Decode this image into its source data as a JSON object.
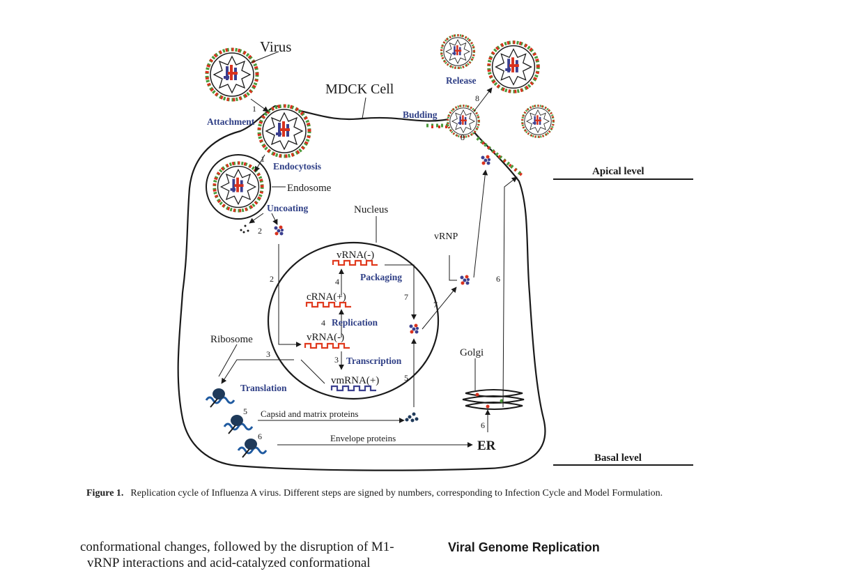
{
  "figure": {
    "labels": {
      "virus": "Virus",
      "cell": "MDCK Cell",
      "endosome": "Endosome",
      "nucleus": "Nucleus",
      "ribosome": "Ribosome",
      "golgi": "Golgi",
      "er": "ER",
      "vrnp": "vRNP",
      "vrna_top": "vRNA(-)",
      "crna": "cRNA(+)",
      "vrna_mid": "vRNA(-)",
      "vmrna": "vmRNA(+)",
      "capsid": "Capsid and matrix proteins",
      "envelope": "Envelope proteins",
      "apical": "Apical level",
      "basal": "Basal level"
    },
    "steps": {
      "attachment": "Attachment",
      "endocytosis": "Endocytosis",
      "uncoating": "Uncoating",
      "packaging": "Packaging",
      "replication": "Replication",
      "transcription": "Transcription",
      "translation": "Translation",
      "budding": "Budding",
      "release": "Release"
    },
    "numbers": {
      "n1a": "1",
      "n1b": "1",
      "n2a": "2",
      "n2b": "2",
      "n3a": "3",
      "n3b": "3",
      "n4a": "4",
      "n4b": "4",
      "n5a": "5",
      "n5b": "5",
      "n6a": "6",
      "n6b": "6",
      "n6c": "6",
      "n7a": "7",
      "n7b": "7",
      "n8a": "8",
      "n8b": "8"
    },
    "colors": {
      "accent_blue": "#2f3f86",
      "rna_red": "#e03a1e",
      "mrna_blue": "#3b3f8f",
      "spike_green": "#4a9a3a",
      "spike_red": "#d8321e"
    }
  },
  "caption": {
    "label": "Figure 1.",
    "text": "Replication cycle of Influenza A virus. Different steps are signed by numbers, corresponding to Infection Cycle and Model Formulation."
  },
  "body": {
    "line1": "conformational changes, followed by the disruption of M1-",
    "line2": "vRNP interactions and acid-catalyzed conformational",
    "section_heading": "Viral Genome Replication"
  }
}
